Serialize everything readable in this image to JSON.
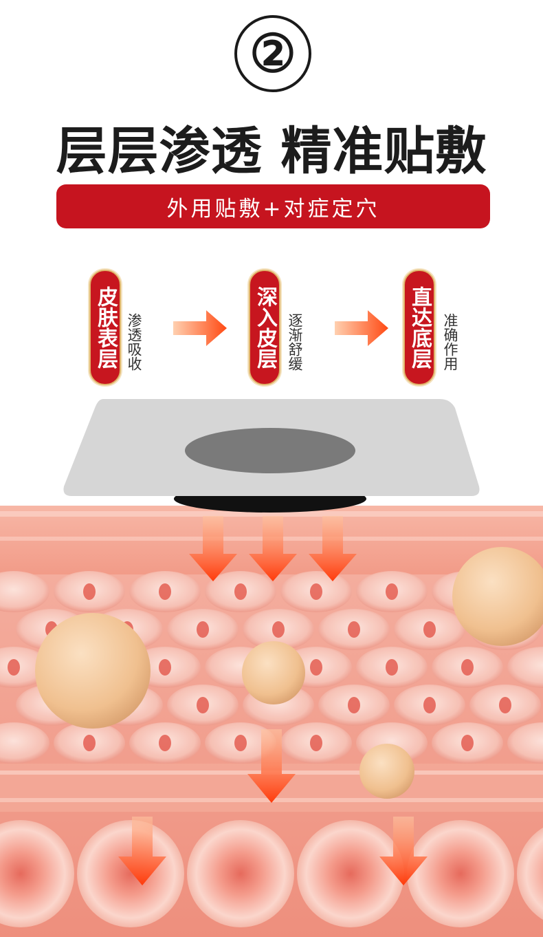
{
  "step": {
    "number": "②"
  },
  "headline": {
    "text": "层层渗透 精准贴敷"
  },
  "banner": {
    "text": "外用贴敷+对症定穴"
  },
  "stages": [
    {
      "label": "皮肤表层",
      "note": "渗透吸收"
    },
    {
      "label": "深入皮层",
      "note": "逐渐舒缓"
    },
    {
      "label": "直达底层",
      "note": "准确作用"
    }
  ],
  "colors": {
    "accent_red": "#c6141f",
    "gold_border": "#e0b46a",
    "arrow_orange": "#ff5a1e",
    "skin_pink": "#f4a596",
    "particle_beige": "#f0c79a",
    "patch_gray": "#d6d6d6"
  }
}
